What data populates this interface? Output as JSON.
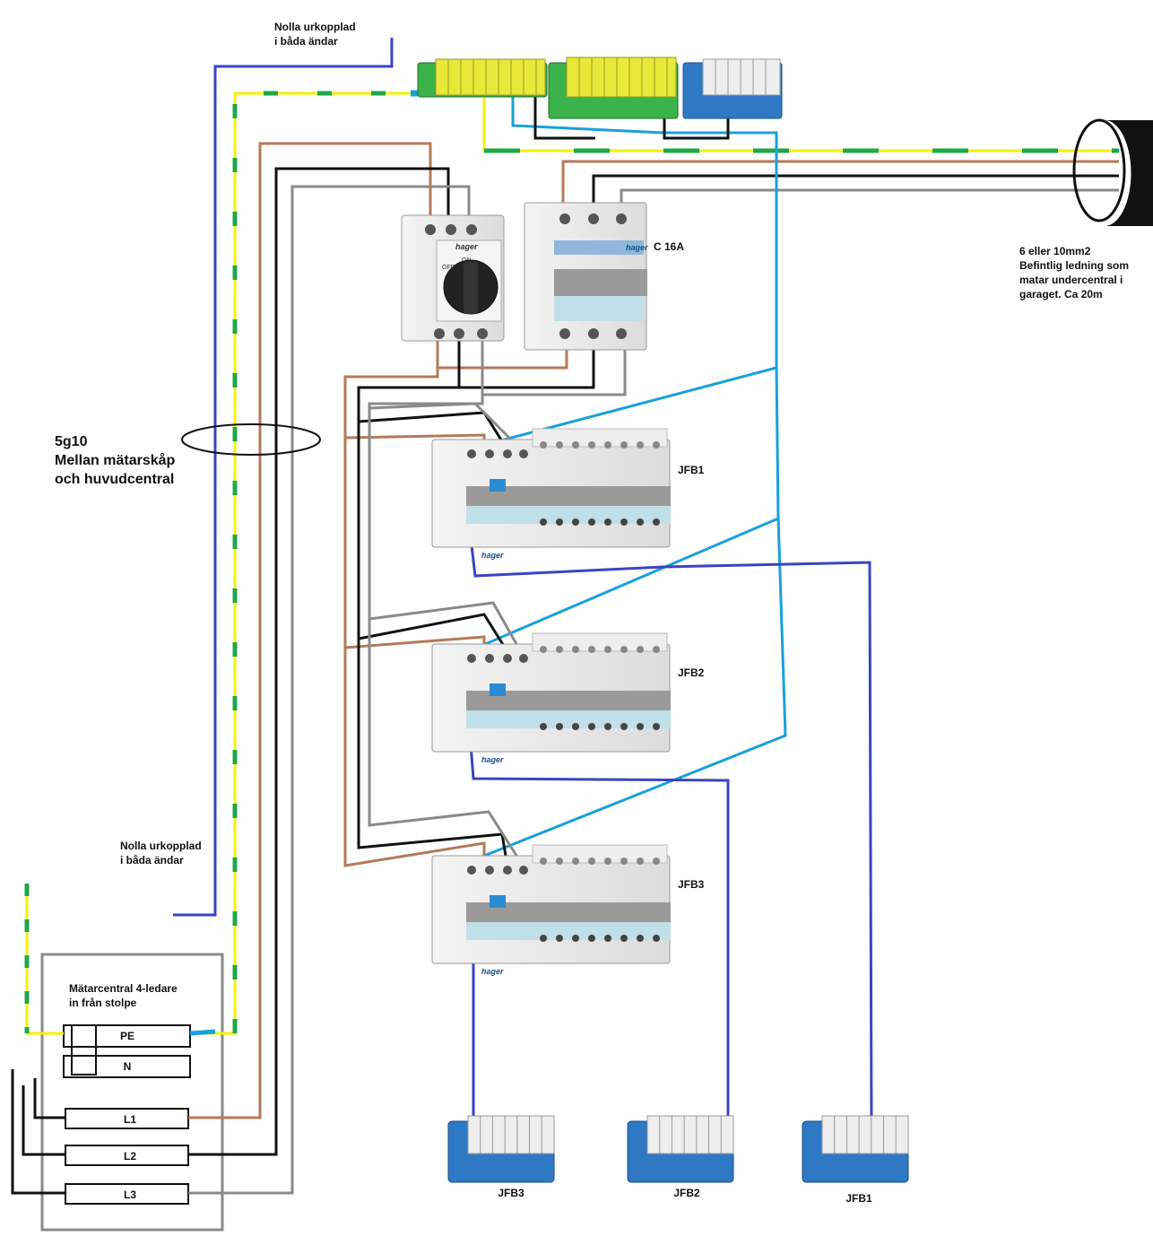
{
  "labels": {
    "neutral_disconnected_top": "Nolla urkopplad\ni båda ändar",
    "neutral_disconnected_bottom": "Nolla urkopplad\ni båda ändar",
    "feeder_cable": "5g10\nMellan mätarskåp\noch huvudcentral",
    "existing_cable": "6 eller 10mm2\nBefintlig ledning som\nmatar undercentral i\ngaraget. Ca 20m",
    "breaker_rating": "C 16A",
    "meter_cabinet": "Mätarcentral 4-ledare\nin från stolpe",
    "rcbo_groups": [
      "JFB1",
      "JFB2",
      "JFB3"
    ],
    "neutral_blocks": [
      "JFB3",
      "JFB2",
      "JFB1"
    ],
    "meter_terminals": [
      "PE",
      "N",
      "L1",
      "L2",
      "L3"
    ],
    "brand": "hager",
    "switch_on": "ON",
    "switch_off": "OFF"
  },
  "colors": {
    "pe_yellow": "#f7f000",
    "pe_green": "#1fa84a",
    "neutral_blue": "#3a44c4",
    "light_blue": "#1aa0dc",
    "l1_brown": "#b5795a",
    "l2_black": "#111111",
    "l3_grey": "#8a8a8a"
  }
}
